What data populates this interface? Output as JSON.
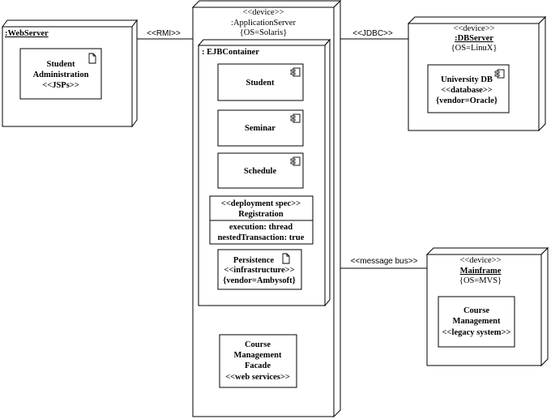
{
  "web_server": {
    "title": ":WebServer",
    "artifact": {
      "name_line1": "Student",
      "name_line2": "Administration",
      "stereotype": "<<JSPs>>"
    }
  },
  "app_server": {
    "stereotype": "<<device>>",
    "title": ":ApplicationServer",
    "property": "{OS=Solaris}",
    "ejb_container": {
      "title": ": EJBContainer",
      "components": [
        "Student",
        "Seminar",
        "Schedule"
      ],
      "deployment_spec": {
        "stereotype": "<<deployment spec>>",
        "name": "Registration",
        "prop1": "execution: thread",
        "prop2": "nestedTransaction: true"
      },
      "persistence": {
        "name": "Persistence",
        "stereotype": "<<infrastructure>>",
        "property": "{vendor=Ambysoft}"
      }
    },
    "facade": {
      "line1": "Course",
      "line2": "Management",
      "line3": "Facade",
      "stereotype": "<<web services>>"
    }
  },
  "db_server": {
    "stereotype": "<<device>>",
    "title": ":DBServer",
    "property": "{OS=LinuX}",
    "database": {
      "name": "University DB",
      "stereotype": "<<database>>",
      "property": "{vendor=Oracle}"
    }
  },
  "mainframe": {
    "stereotype": "<<device>>",
    "title": "Mainframe",
    "property": "{OS=MVS}",
    "legacy": {
      "line1": "Course",
      "line2": "Management",
      "stereotype": "<<legacy system>>"
    }
  },
  "connectors": {
    "rmi": "<<RMI>>",
    "jdbc": "<<JDBC>>",
    "message_bus": "<<message bus>>"
  }
}
